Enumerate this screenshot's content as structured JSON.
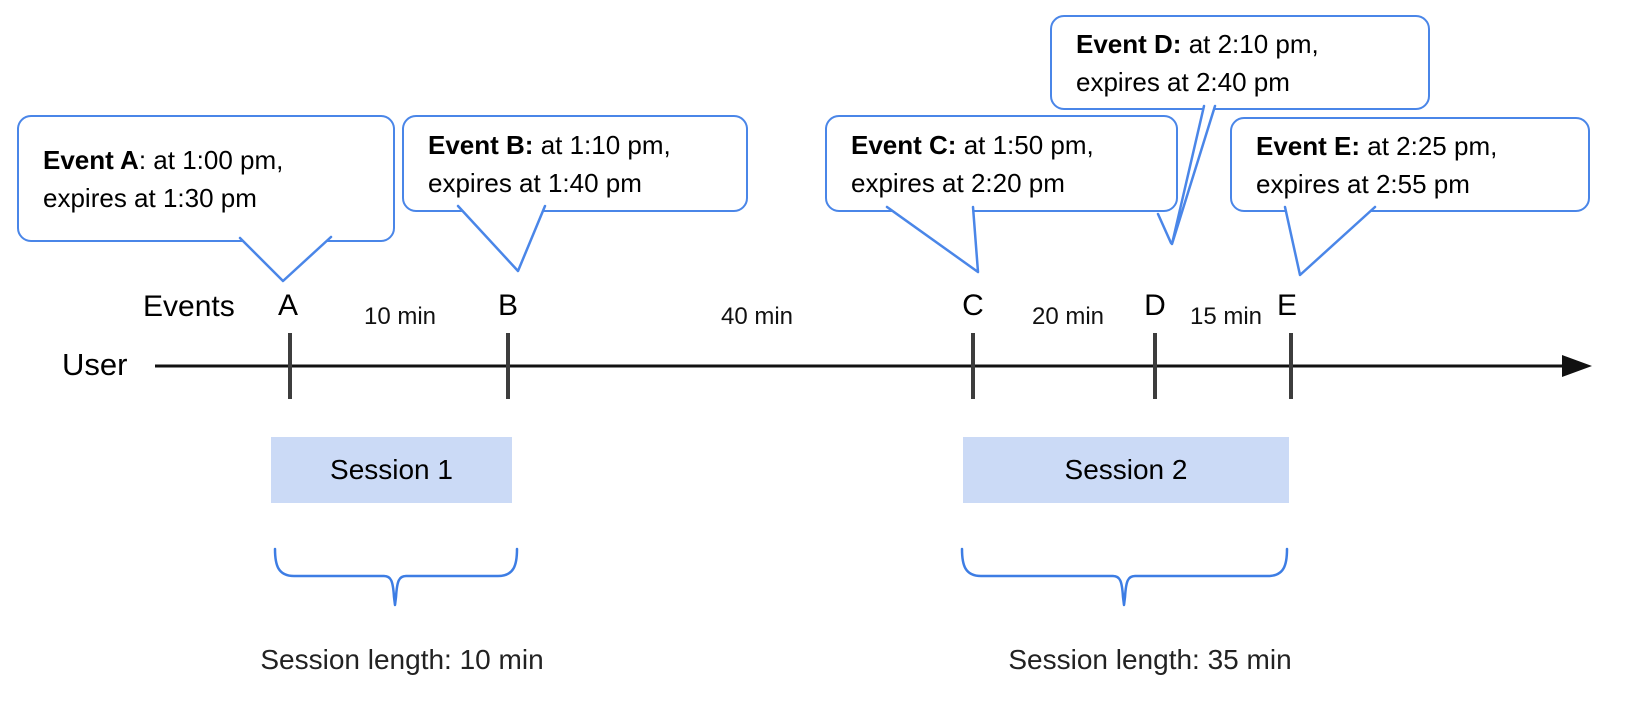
{
  "bubbles": [
    {
      "name": "Event A",
      "bold": "Event A",
      "rest": ": at 1:00 pm,",
      "line2": "expires at 1:30 pm"
    },
    {
      "name": "Event B",
      "bold": "Event B:",
      "rest": " at 1:10 pm,",
      "line2": "expires at 1:40 pm"
    },
    {
      "name": "Event C",
      "bold": "Event C:",
      "rest": " at 1:50 pm,",
      "line2": "expires at 2:20 pm"
    },
    {
      "name": "Event D",
      "bold": "Event D:",
      "rest": " at 2:10 pm,",
      "line2": "expires at 2:40 pm"
    },
    {
      "name": "Event E",
      "bold": "Event E:",
      "rest": " at 2:25 pm,",
      "line2": "expires at 2:55 pm"
    }
  ],
  "axis": {
    "events_label": "Events",
    "user_label": "User",
    "ticks": [
      "A",
      "B",
      "C",
      "D",
      "E"
    ],
    "intervals": [
      "10 min",
      "40 min",
      "20 min",
      "15 min"
    ]
  },
  "sessions": [
    {
      "label": "Session 1",
      "length": "Session length: 10 min"
    },
    {
      "label": "Session 2",
      "length": "Session length: 35 min"
    }
  ],
  "colors": {
    "bubble_border": "#4a86e8",
    "session_fill": "#cbdaf6",
    "brace": "#3d7de4",
    "timeline": "#111111",
    "tick": "#3d3d3d"
  }
}
